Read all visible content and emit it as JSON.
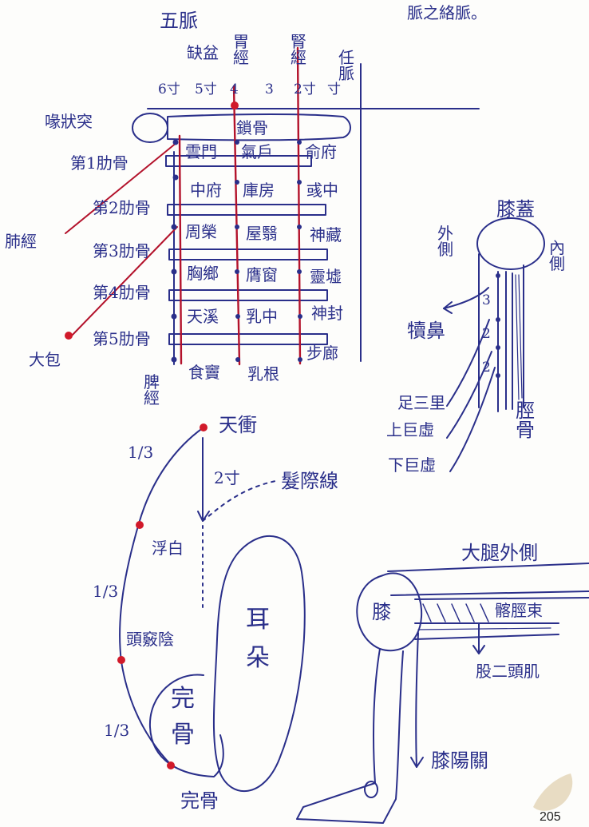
{
  "colors": {
    "ink": "#2a2f8a",
    "meridian_red": "#b3122b",
    "point_red": "#d11a2a",
    "paper": "#fdfdfb"
  },
  "header": {
    "top_right": "脈之絡脈。"
  },
  "chest_chart": {
    "title": "五脈",
    "column_labels": [
      "缺盆",
      "胃經",
      "腎經",
      "任脈"
    ],
    "cun_scale": [
      "6寸",
      "5寸",
      "4",
      "3",
      "2寸",
      "寸"
    ],
    "left_labels": [
      "喙狀突",
      "第1肋骨",
      "第2肋骨",
      "第3肋骨",
      "第4肋骨",
      "第5肋骨"
    ],
    "side_labels": [
      "肺經",
      "大包"
    ],
    "bottom_label": "脾經",
    "points": [
      [
        "鎖骨"
      ],
      [
        "雲門",
        "氣戶",
        "俞府"
      ],
      [
        "中府",
        "庫房",
        "彧中"
      ],
      [
        "周榮",
        "屋翳",
        "神藏"
      ],
      [
        "胸鄉",
        "膺窗",
        "靈墟"
      ],
      [
        "天溪",
        "乳中",
        "神封"
      ],
      [
        "食竇",
        "乳根",
        "步廊"
      ]
    ]
  },
  "knee_front": {
    "title": "膝蓋",
    "side_outer": "外側",
    "side_inner": "內側",
    "cun_marks": [
      "3",
      "2",
      "2"
    ],
    "labels": [
      "犢鼻",
      "足三里",
      "上巨虛",
      "下巨虛"
    ],
    "bone_label": "脛骨"
  },
  "head_side": {
    "points": [
      "天衝",
      "浮白",
      "頭竅陰",
      "完骨"
    ],
    "fractions": [
      "1/3",
      "1/3",
      "1/3"
    ],
    "distance_label": "2寸",
    "hairline_label": "髮際線",
    "ear_label": "耳朵",
    "bone_label": "完骨"
  },
  "knee_side": {
    "thigh_label": "大腿外側",
    "knee_label": "膝",
    "band_label": "髂脛束",
    "muscle_label": "股二頭肌",
    "point_label": "膝陽關"
  },
  "page_number": "205"
}
